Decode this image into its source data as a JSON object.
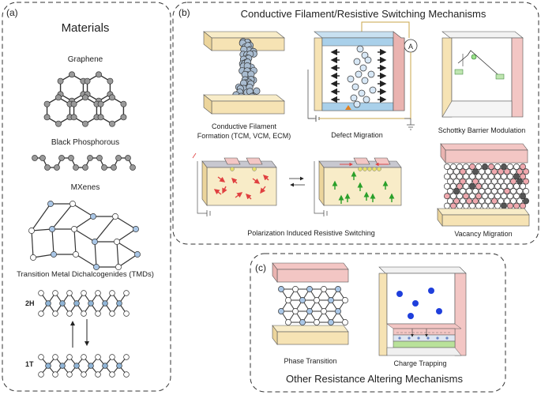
{
  "panels": {
    "a": {
      "tag": "(a)",
      "title": "Materials",
      "labels": {
        "graphene": "Graphene",
        "black_phosphorus": "Black Phosphorous",
        "mxenes": "MXenes",
        "tmds": "Transition Metal Dichalcogenides (TMDs)",
        "phase_2h": "2H",
        "phase_1t": "1T"
      }
    },
    "b": {
      "tag": "(b)",
      "title": "Conductive Filament/Resistive Switching Mechanisms",
      "labels": {
        "cf_line1": "Conductive Filament",
        "cf_line2": "Formation (TCM, VCM, ECM)",
        "defect": "Defect Migration",
        "ammeter": "A",
        "schottky": "Schottky Barrier Modulation",
        "polarization": "Polarization Induced Resistive Switching",
        "vacancy": "Vacancy Migration"
      }
    },
    "c": {
      "tag": "(c)",
      "title": "Other Resistance Altering Mechanisms",
      "labels": {
        "phase": "Phase Transition",
        "charge": "Charge Trapping"
      }
    }
  },
  "colors": {
    "electrode_yellow": "#f6e3b4",
    "electrode_pink": "#f3c6c4",
    "atom_blue": "#a9c6e6",
    "atom_gray": "#9a9a9a",
    "field_red": "#e04040",
    "field_green": "#2aa02a",
    "charge_blue": "#1f3fdc"
  }
}
